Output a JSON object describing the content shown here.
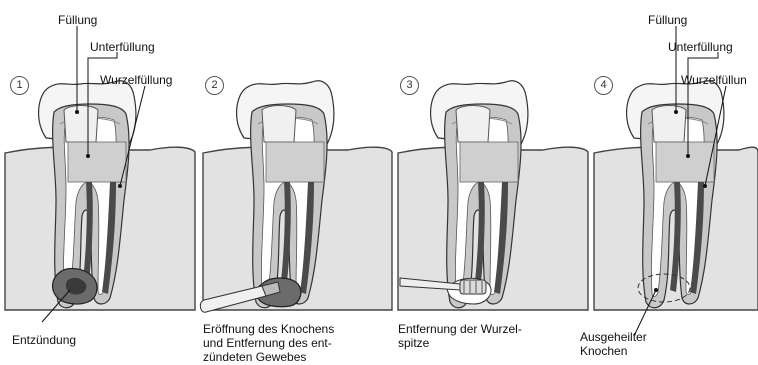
{
  "labels": {
    "fuellung": "Füllung",
    "unterfuellung": "Unterfüllung",
    "wurzelfuellung": "Wurzelfüllung",
    "wurzelfuellung_cut": "Wurzelfüllun"
  },
  "steps": [
    {
      "number": "1",
      "caption": "Entzündung"
    },
    {
      "number": "2",
      "caption": "Eröffnung des Knochens\nund Entfernung des ent-\nzündeten Gewebes"
    },
    {
      "number": "3",
      "caption": "Entfernung der  Wurzel-\nspitze"
    },
    {
      "number": "4",
      "caption": "Ausgeheilter\nKnochen"
    }
  ],
  "colors": {
    "gum": "#e2e2e2",
    "enamel": "#f5f5f5",
    "dentin": "#c8c8c8",
    "pulp": "#ffffff",
    "canal_fill": "#4a4a4a",
    "underfill": "#cfcfcf",
    "lesion": "#6b6b6b",
    "outline": "#333333"
  }
}
